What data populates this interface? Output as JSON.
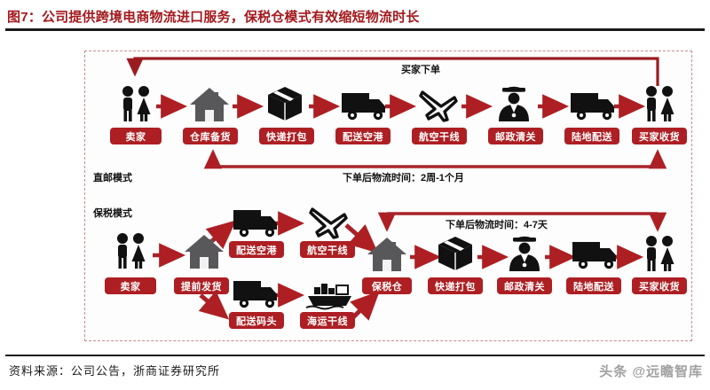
{
  "figure": {
    "title": "图7：公司提供跨境电商物流进口服务，保税仓模式有效缩短物流时长",
    "source": "资料来源：公司公告，浙商证券研究所",
    "watermark": "头条 @远瞻智库",
    "accent_red": "#ad1f23",
    "title_red": "#a3191d",
    "icon_black": "#111111",
    "icon_gray": "#58585a"
  },
  "direct_mail": {
    "mode_label": "直邮模式",
    "order_label": "买家下单",
    "time_label": "下单后物流时间：2周-1个月",
    "steps": [
      {
        "label": "卖家",
        "icon": "people-pair-icon"
      },
      {
        "label": "仓库备货",
        "icon": "warehouse-house-icon"
      },
      {
        "label": "快递打包",
        "icon": "package-box-icon"
      },
      {
        "label": "配送空港",
        "icon": "truck-icon"
      },
      {
        "label": "航空干线",
        "icon": "airplane-icon"
      },
      {
        "label": "邮政清关",
        "icon": "customs-officer-icon"
      },
      {
        "label": "陆地配送",
        "icon": "truck-icon"
      },
      {
        "label": "买家收货",
        "icon": "people-pair-icon"
      }
    ]
  },
  "bonded": {
    "mode_label": "保税模式",
    "time_label": "下单后物流时间：4-7天",
    "seller": {
      "label": "卖家",
      "icon": "people-pair-icon"
    },
    "pre_ship": {
      "label": "提前发货",
      "icon": "warehouse-house-icon"
    },
    "air_branch": [
      {
        "label": "配送空港",
        "icon": "truck-icon"
      },
      {
        "label": "航空干线",
        "icon": "airplane-icon"
      }
    ],
    "sea_branch": [
      {
        "label": "配送码头",
        "icon": "truck-icon"
      },
      {
        "label": "海运干线",
        "icon": "cargo-ship-icon"
      }
    ],
    "tail": [
      {
        "label": "保税仓",
        "icon": "warehouse-house-icon"
      },
      {
        "label": "快递打包",
        "icon": "package-box-icon"
      },
      {
        "label": "邮政清关",
        "icon": "customs-officer-icon"
      },
      {
        "label": "陆地配送",
        "icon": "truck-icon"
      },
      {
        "label": "买家收货",
        "icon": "people-pair-icon"
      }
    ]
  }
}
